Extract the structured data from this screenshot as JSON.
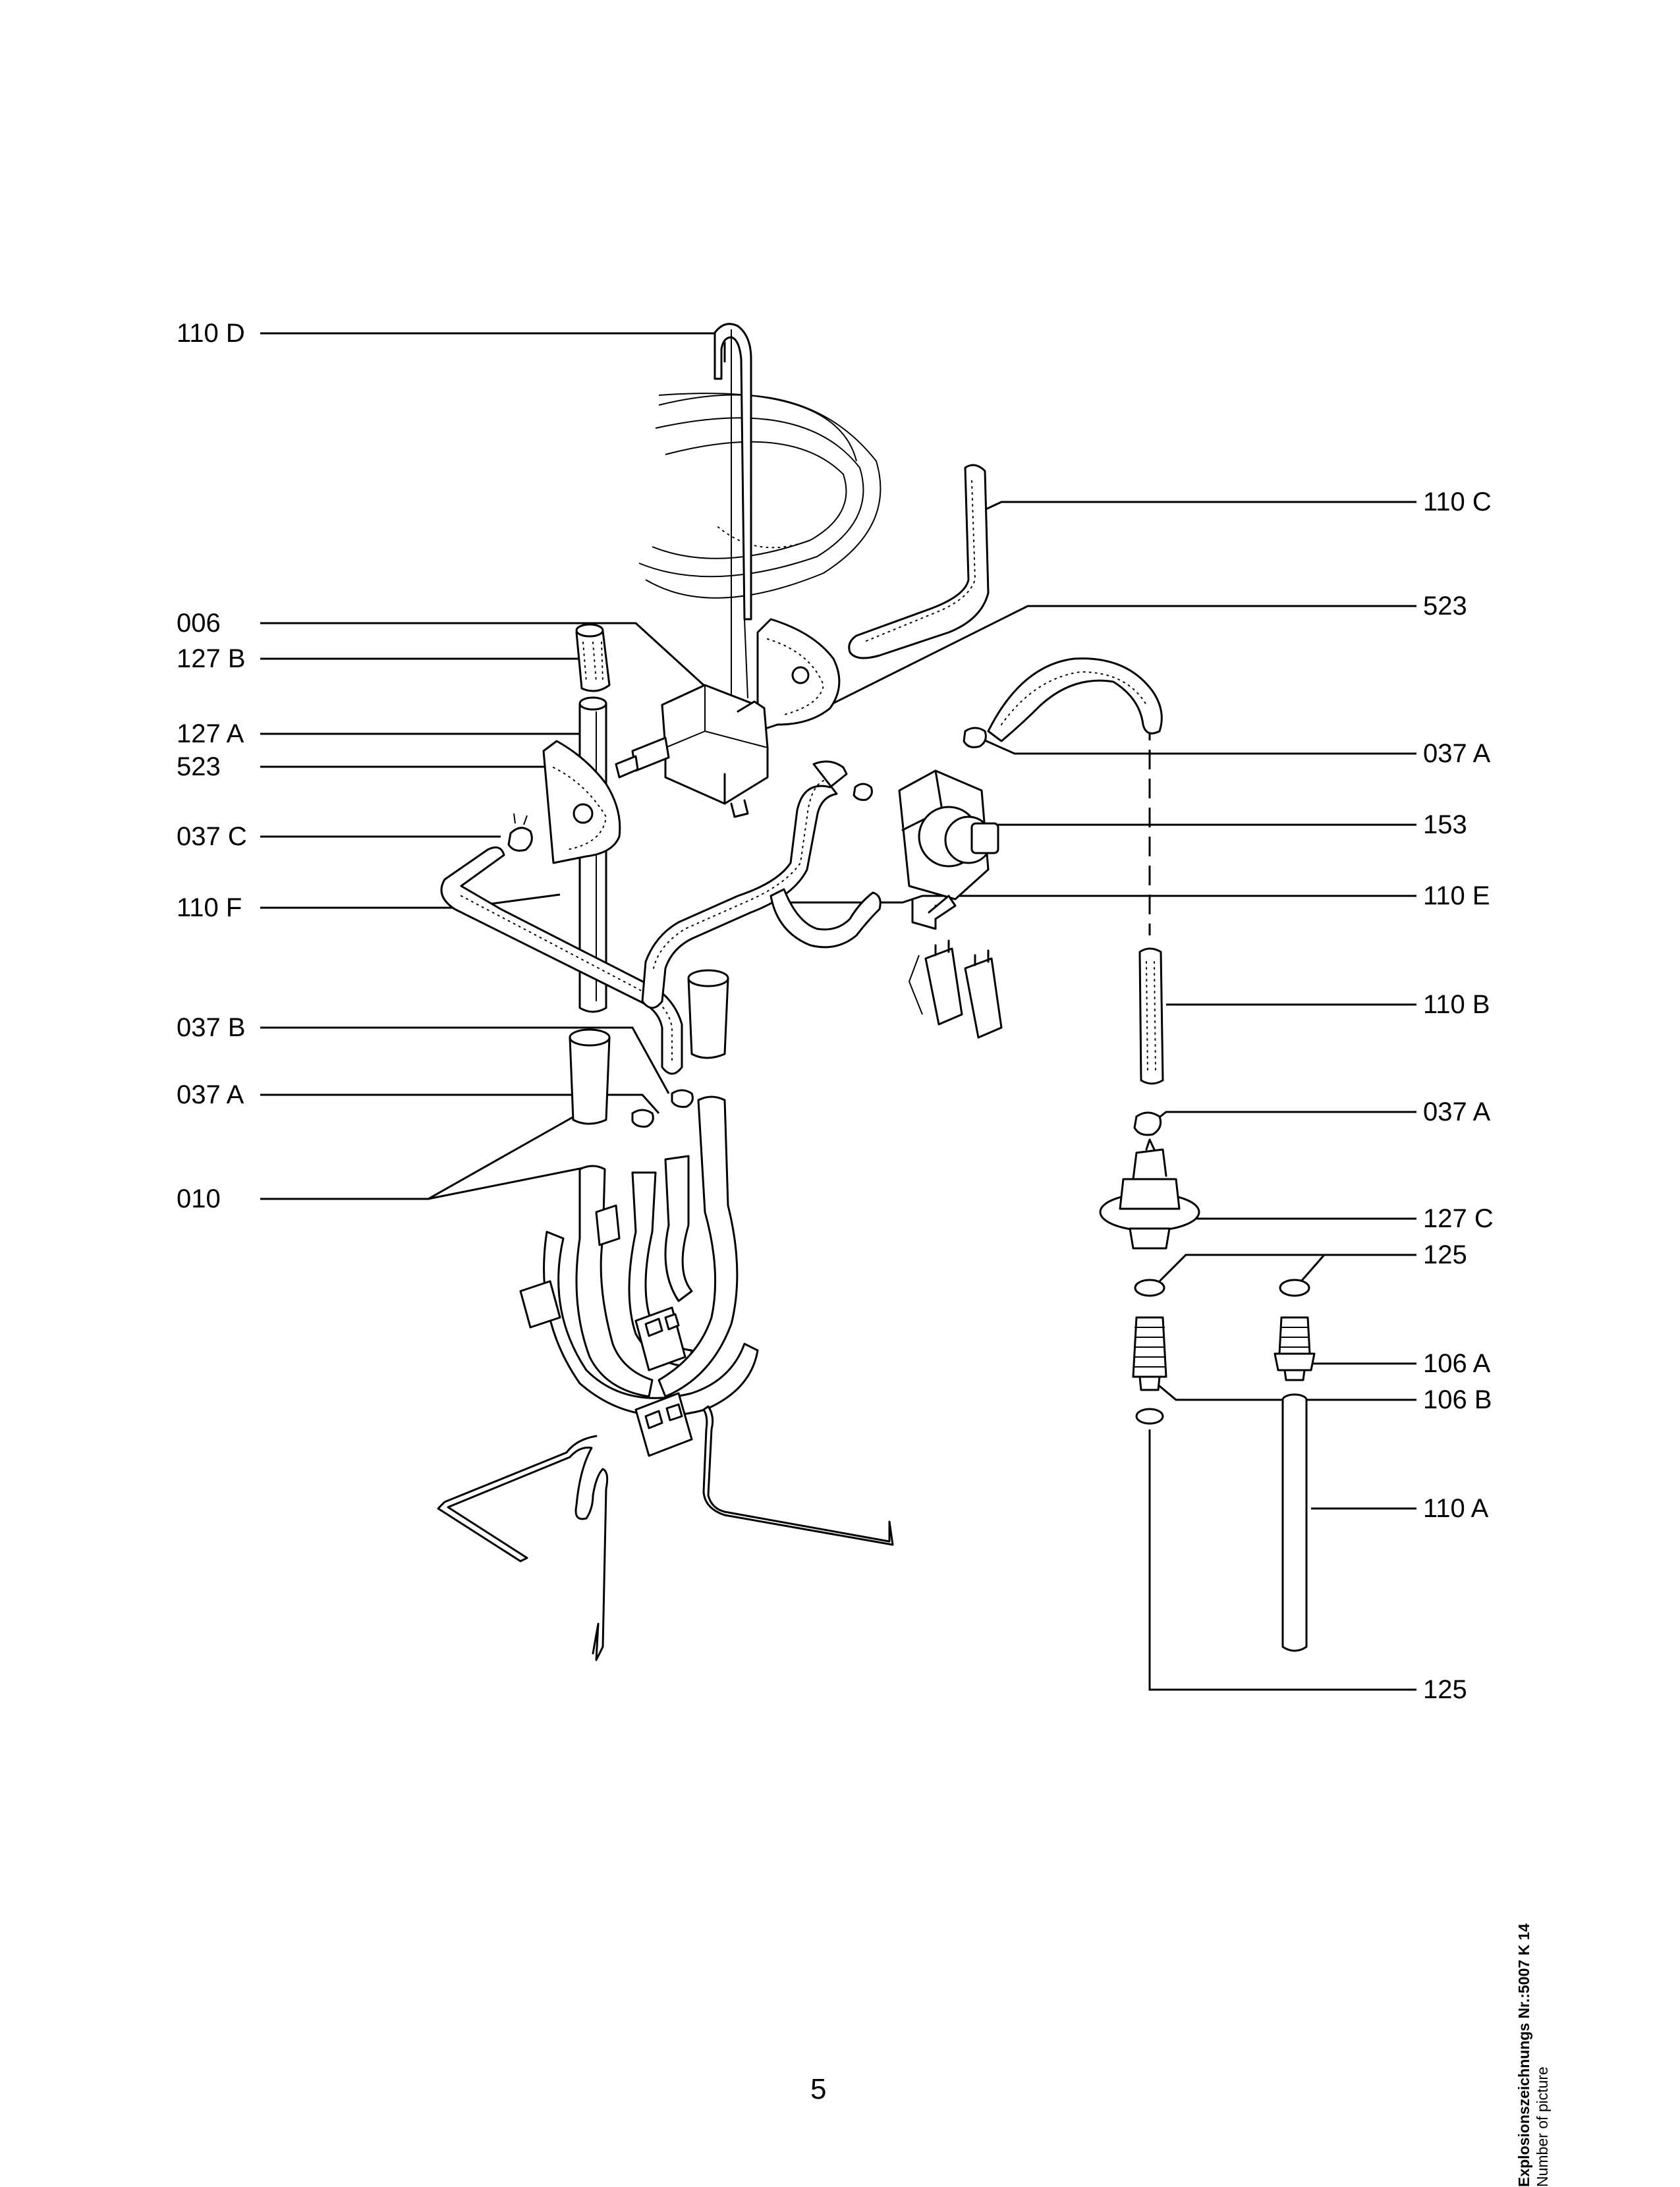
{
  "labels_left": [
    {
      "id": "110D",
      "text": "110 D"
    },
    {
      "id": "006",
      "text": "006"
    },
    {
      "id": "127B",
      "text": "127 B"
    },
    {
      "id": "127A",
      "text": "127 A"
    },
    {
      "id": "523L",
      "text": "523"
    },
    {
      "id": "037C",
      "text": "037 C"
    },
    {
      "id": "110F",
      "text": "110 F"
    },
    {
      "id": "037B",
      "text": "037 B"
    },
    {
      "id": "037AL",
      "text": "037 A"
    },
    {
      "id": "010",
      "text": "010"
    }
  ],
  "labels_right": [
    {
      "id": "110C",
      "text": "110 C"
    },
    {
      "id": "523R",
      "text": "523"
    },
    {
      "id": "037AR1",
      "text": "037 A"
    },
    {
      "id": "153",
      "text": "153"
    },
    {
      "id": "110E",
      "text": "110 E"
    },
    {
      "id": "110B",
      "text": "110 B"
    },
    {
      "id": "037AR2",
      "text": "037 A"
    },
    {
      "id": "127C",
      "text": "127 C"
    },
    {
      "id": "125A",
      "text": "125"
    },
    {
      "id": "106A",
      "text": "106 A"
    },
    {
      "id": "106B",
      "text": "106 B"
    },
    {
      "id": "110A",
      "text": "110 A"
    },
    {
      "id": "125B",
      "text": "125"
    }
  ],
  "page_number": "5",
  "picture_label": {
    "title": "Explosionszeichnungs Nr.:5007 K 14",
    "subtitle": "Number of picture"
  }
}
